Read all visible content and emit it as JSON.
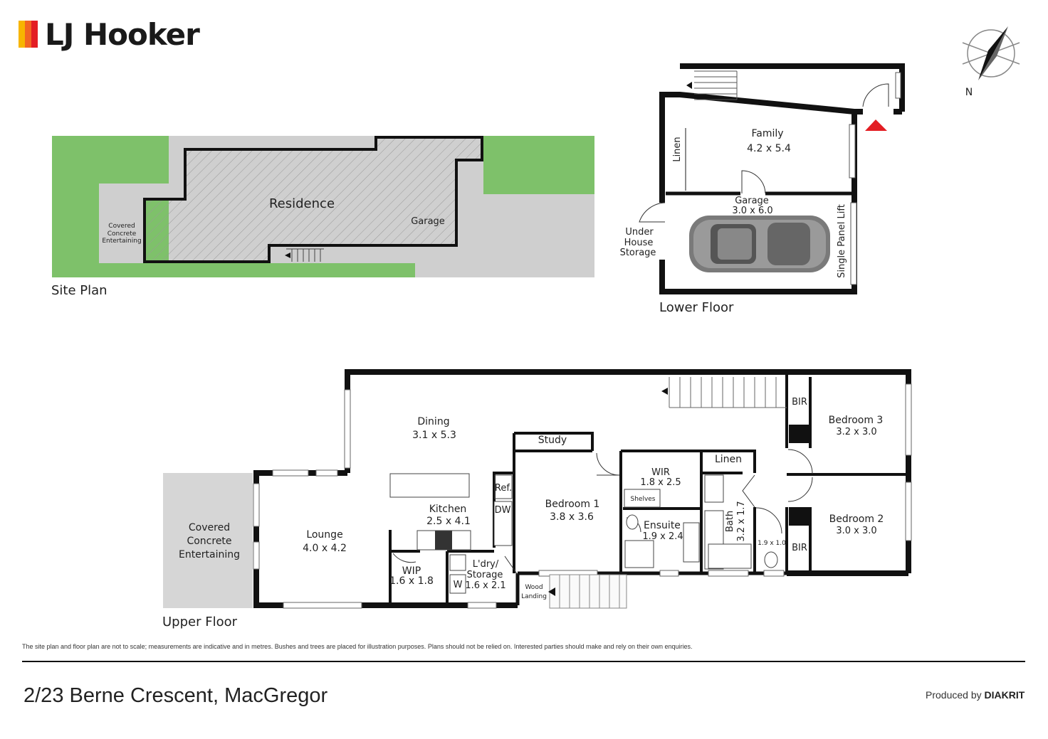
{
  "brand": {
    "name": "LJ Hooker",
    "bar_colors": [
      "#f7b500",
      "#f26522",
      "#e31e24"
    ]
  },
  "site_plan": {
    "title": "Site Plan",
    "residence": "Residence",
    "garage": "Garage",
    "entertaining": [
      "Covered",
      "Concrete",
      "Entertaining"
    ]
  },
  "lower_floor": {
    "title": "Lower Floor",
    "family": {
      "name": "Family",
      "size": "4.2 x 5.4"
    },
    "linen": "Linen",
    "garage": {
      "name": "Garage",
      "size": "3.0 x 6.0"
    },
    "storage": [
      "Under",
      "House",
      "Storage"
    ],
    "lift": "Single Panel Lift"
  },
  "upper_floor": {
    "title": "Upper Floor",
    "dining": {
      "name": "Dining",
      "size": "3.1 x 5.3"
    },
    "lounge": {
      "name": "Lounge",
      "size": "4.0 x 4.2"
    },
    "kitchen": {
      "name": "Kitchen",
      "size": "2.5 x 4.1"
    },
    "wip": {
      "name": "WIP",
      "size": "1.6 x 1.8"
    },
    "laundry": {
      "name": "L'dry/",
      "name2": "Storage",
      "size": "1.6 x 2.1"
    },
    "ref": "Ref.",
    "dw": "DW",
    "w": "W",
    "study": "Study",
    "bedroom1": {
      "name": "Bedroom 1",
      "size": "3.8 x 3.6"
    },
    "wir": {
      "name": "WIR",
      "size": "1.8 x 2.5"
    },
    "shelves": "Shelves",
    "ensuite": {
      "name": "Ensuite",
      "size": "1.9 x 2.4"
    },
    "linen": "Linen",
    "bath": {
      "name": "Bath",
      "size": "3.2 x 1.7"
    },
    "wc_size": "1.9 x 1.0",
    "bedroom3": {
      "name": "Bedroom 3",
      "size": "3.2 x 3.0"
    },
    "bedroom2": {
      "name": "Bedroom 2",
      "size": "3.0 x 3.0"
    },
    "bir1": "BIR",
    "bir2": "BIR",
    "entertaining": [
      "Covered",
      "Concrete",
      "Entertaining"
    ],
    "wood_landing": [
      "Wood",
      "Landing"
    ]
  },
  "compass": {
    "label": "N"
  },
  "footer": {
    "disclaimer": "The site plan and floor plan are not to scale; measurements are indicative and in metres. Bushes and trees are placed for illustration purposes. Plans should not be relied on. Interested parties should make and rely on their own enquiries.",
    "address": "2/23 Berne Crescent, MacGregor",
    "produced_by": "Produced by",
    "producer": "DIAKRIT"
  }
}
